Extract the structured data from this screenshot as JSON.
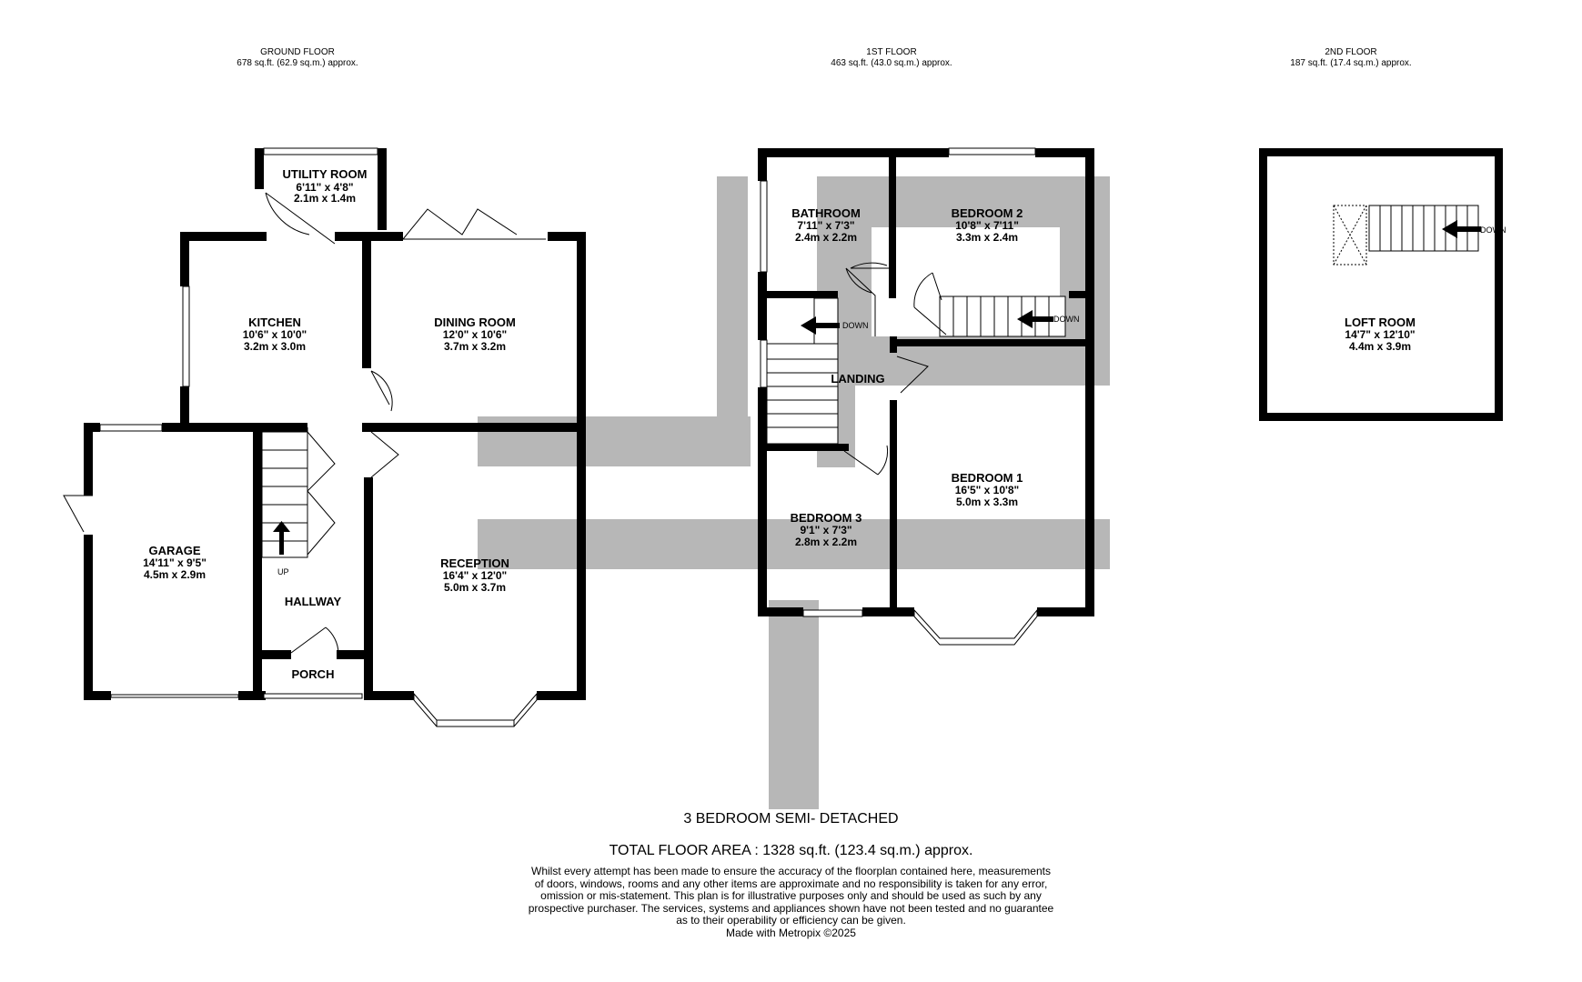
{
  "floors": [
    {
      "name": "GROUND FLOOR",
      "area": "678 sq.ft. (62.9 sq.m.) approx."
    },
    {
      "name": "1ST FLOOR",
      "area": "463 sq.ft. (43.0 sq.m.) approx."
    },
    {
      "name": "2ND FLOOR",
      "area": "187 sq.ft. (17.4 sq.m.) approx."
    }
  ],
  "rooms": {
    "utility": {
      "name": "UTILITY ROOM",
      "imperial": "6'11\"  x 4'8\"",
      "metric": "2.1m  x 1.4m"
    },
    "kitchen": {
      "name": "KITCHEN",
      "imperial": "10'6\"  x 10'0\"",
      "metric": "3.2m  x 3.0m"
    },
    "dining": {
      "name": "DINING ROOM",
      "imperial": "12'0\"  x 10'6\"",
      "metric": "3.7m  x 3.2m"
    },
    "garage": {
      "name": "GARAGE",
      "imperial": "14'11\"  x 9'5\"",
      "metric": "4.5m  x 2.9m"
    },
    "reception": {
      "name": "RECEPTION",
      "imperial": "16'4\"  x 12'0\"",
      "metric": "5.0m  x 3.7m"
    },
    "hallway": {
      "name": "HALLWAY"
    },
    "porch": {
      "name": "PORCH"
    },
    "bathroom": {
      "name": "BATHROOM",
      "imperial": "7'11\"  x 7'3\"",
      "metric": "2.4m  x 2.2m"
    },
    "bedroom2": {
      "name": "BEDROOM 2",
      "imperial": "10'8\"  x 7'11\"",
      "metric": "3.3m  x 2.4m"
    },
    "landing": {
      "name": "LANDING"
    },
    "bedroom1": {
      "name": "BEDROOM 1",
      "imperial": "16'5\"  x 10'8\"",
      "metric": "5.0m  x 3.3m"
    },
    "bedroom3": {
      "name": "BEDROOM 3",
      "imperial": "9'1\"  x 7'3\"",
      "metric": "2.8m  x 2.2m"
    },
    "loft": {
      "name": "LOFT ROOM",
      "imperial": "14'7\"  x 12'10\"",
      "metric": "4.4m  x 3.9m"
    }
  },
  "stair_labels": {
    "up": "UP",
    "down": "DOWN"
  },
  "footer": {
    "subtitle": "3 BEDROOM SEMI- DETACHED",
    "total_area": "TOTAL FLOOR AREA : 1328 sq.ft. (123.4 sq.m.) approx.",
    "disclaimer_lines": [
      "Whilst every attempt has been made to ensure the accuracy of the floorplan contained here, measurements",
      "of doors, windows, rooms and any other items are approximate and no responsibility is taken for any error,",
      "omission or mis-statement. This plan is for illustrative purposes only and should be used as such by any",
      "prospective purchaser. The services, systems and appliances shown have not been tested and no guarantee",
      "as to their operability or efficiency can be given."
    ],
    "credit": "Made with Metropix ©2025"
  }
}
